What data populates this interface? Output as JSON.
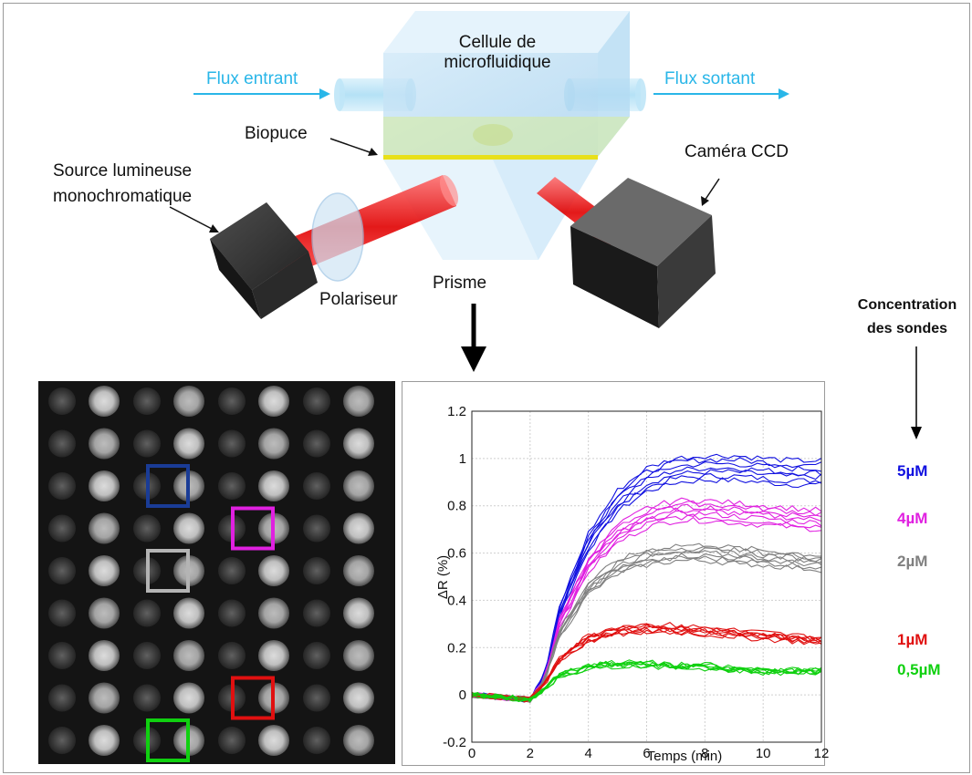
{
  "setup": {
    "cell_label": [
      "Cellule de",
      "microfluidique"
    ],
    "flow_in": "Flux entrant",
    "flow_out": "Flux sortant",
    "biochip": "Biopuce",
    "camera": "Caméra CCD",
    "source": [
      "Source lumineuse",
      "monochromatique"
    ],
    "polarizer": "Polariseur",
    "prism": "Prisme"
  },
  "concentration_header": [
    "Concentration",
    "des sondes"
  ],
  "microarray": {
    "rows": 9,
    "cols": 4,
    "highlights": [
      {
        "name": "spot-highlight-5uM",
        "color": "#1a3c96",
        "row": 2,
        "col": 1
      },
      {
        "name": "spot-highlight-4uM",
        "color": "#e020e0",
        "row": 3,
        "col": 2
      },
      {
        "name": "spot-highlight-2uM",
        "color": "#b4b4b4",
        "row": 4,
        "col": 1
      },
      {
        "name": "spot-highlight-1uM",
        "color": "#e01010",
        "row": 7,
        "col": 2
      },
      {
        "name": "spot-highlight-0.5uM",
        "color": "#10d010",
        "row": 8,
        "col": 1
      }
    ]
  },
  "chart_data": {
    "type": "line",
    "xlabel": "Temps (min)",
    "ylabel": "ΔR (%)",
    "xlim": [
      0,
      12
    ],
    "ylim": [
      -0.2,
      1.2
    ],
    "xticks": [
      0,
      2,
      4,
      6,
      8,
      10,
      12
    ],
    "yticks": [
      -0.2,
      0,
      0.2,
      0.4,
      0.6,
      0.8,
      1,
      1.2
    ],
    "xtick_labels": [
      "0",
      "2",
      "4",
      "6",
      "8",
      "10",
      "12"
    ],
    "ytick_labels": [
      "-0.2",
      "0",
      "0.2",
      "0.4",
      "0.6",
      "0.8",
      "1",
      "1.2"
    ],
    "grid": true,
    "series": [
      {
        "name": "5µM",
        "color": "#1010e0",
        "replicates": 7,
        "x": [
          0,
          2,
          2.5,
          3,
          4,
          5,
          6,
          7,
          8,
          9,
          10,
          11,
          12
        ],
        "y": [
          0.0,
          -0.02,
          0.08,
          0.35,
          0.65,
          0.82,
          0.91,
          0.95,
          0.96,
          0.96,
          0.95,
          0.94,
          0.94
        ]
      },
      {
        "name": "4µM",
        "color": "#e020e0",
        "replicates": 7,
        "x": [
          0,
          2,
          2.5,
          3,
          4,
          5,
          6,
          7,
          8,
          9,
          10,
          11,
          12
        ],
        "y": [
          0.0,
          -0.02,
          0.07,
          0.3,
          0.55,
          0.68,
          0.75,
          0.78,
          0.78,
          0.77,
          0.76,
          0.75,
          0.74
        ]
      },
      {
        "name": "2µM",
        "color": "#808080",
        "replicates": 7,
        "x": [
          0,
          2,
          2.5,
          3,
          4,
          5,
          6,
          7,
          8,
          9,
          10,
          11,
          12
        ],
        "y": [
          0.0,
          -0.02,
          0.06,
          0.26,
          0.45,
          0.54,
          0.58,
          0.6,
          0.6,
          0.59,
          0.58,
          0.57,
          0.56
        ]
      },
      {
        "name": "1µM",
        "color": "#e01010",
        "replicates": 7,
        "x": [
          0,
          2,
          2.5,
          3,
          4,
          5,
          6,
          7,
          8,
          9,
          10,
          11,
          12
        ],
        "y": [
          0.0,
          -0.02,
          0.05,
          0.15,
          0.24,
          0.27,
          0.28,
          0.28,
          0.27,
          0.26,
          0.25,
          0.24,
          0.23
        ]
      },
      {
        "name": "0,5µM",
        "color": "#10d010",
        "replicates": 7,
        "x": [
          0,
          2,
          2.5,
          3,
          4,
          5,
          6,
          7,
          8,
          9,
          10,
          11,
          12
        ],
        "y": [
          0.0,
          -0.02,
          0.03,
          0.08,
          0.12,
          0.13,
          0.13,
          0.12,
          0.12,
          0.11,
          0.1,
          0.1,
          0.1
        ]
      }
    ]
  }
}
